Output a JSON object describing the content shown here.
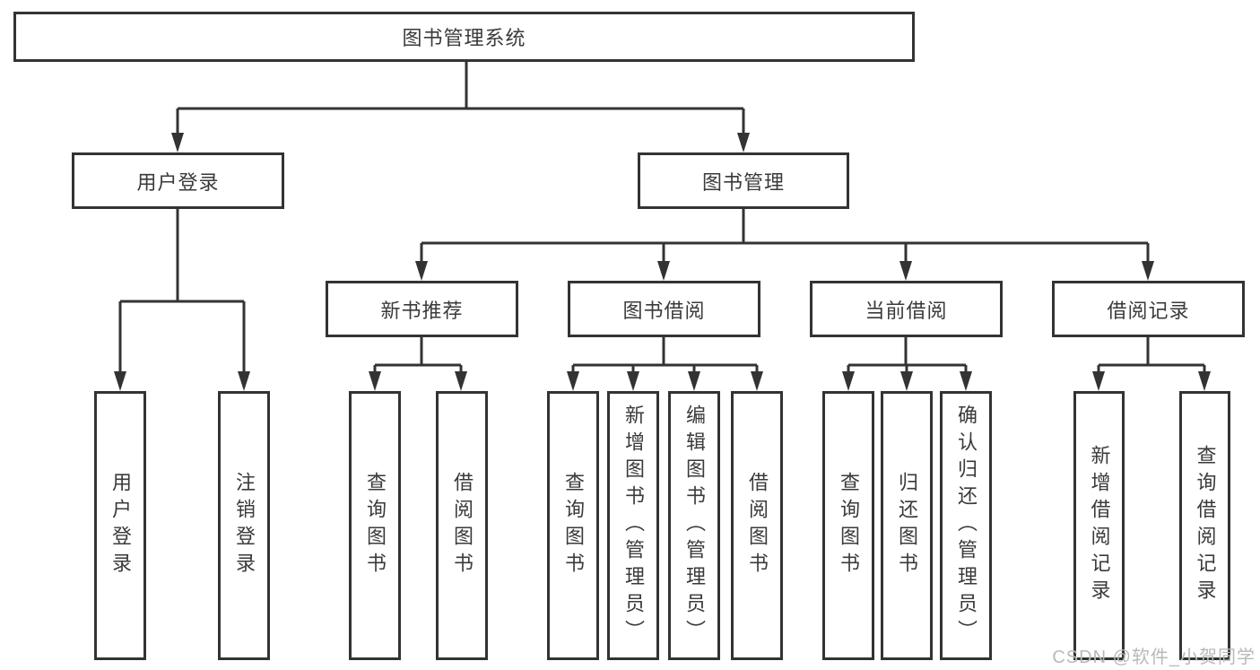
{
  "tree": {
    "root": "图书管理系统",
    "branches": [
      {
        "label": "用户登录",
        "children": [
          "用户登录",
          "注销登录"
        ]
      },
      {
        "label": "图书管理",
        "sections": [
          {
            "label": "新书推荐",
            "children": [
              "查询图书",
              "借阅图书"
            ]
          },
          {
            "label": "图书借阅",
            "children": [
              "查询图书",
              "新增图书（管理员）",
              "编辑图书（管理员）",
              "借阅图书"
            ]
          },
          {
            "label": "当前借阅",
            "children": [
              "查询图书",
              "归还图书",
              "确认归还（管理员）"
            ]
          },
          {
            "label": "借阅记录",
            "children": [
              "新增借阅记录",
              "查询借阅记录"
            ]
          }
        ]
      }
    ]
  },
  "watermark": "CSDN @软件_小贺同学",
  "colors": {
    "line": "#333333",
    "text": "#3a3a3a",
    "watermark": "#b9b9b9",
    "background": "#ffffff"
  }
}
